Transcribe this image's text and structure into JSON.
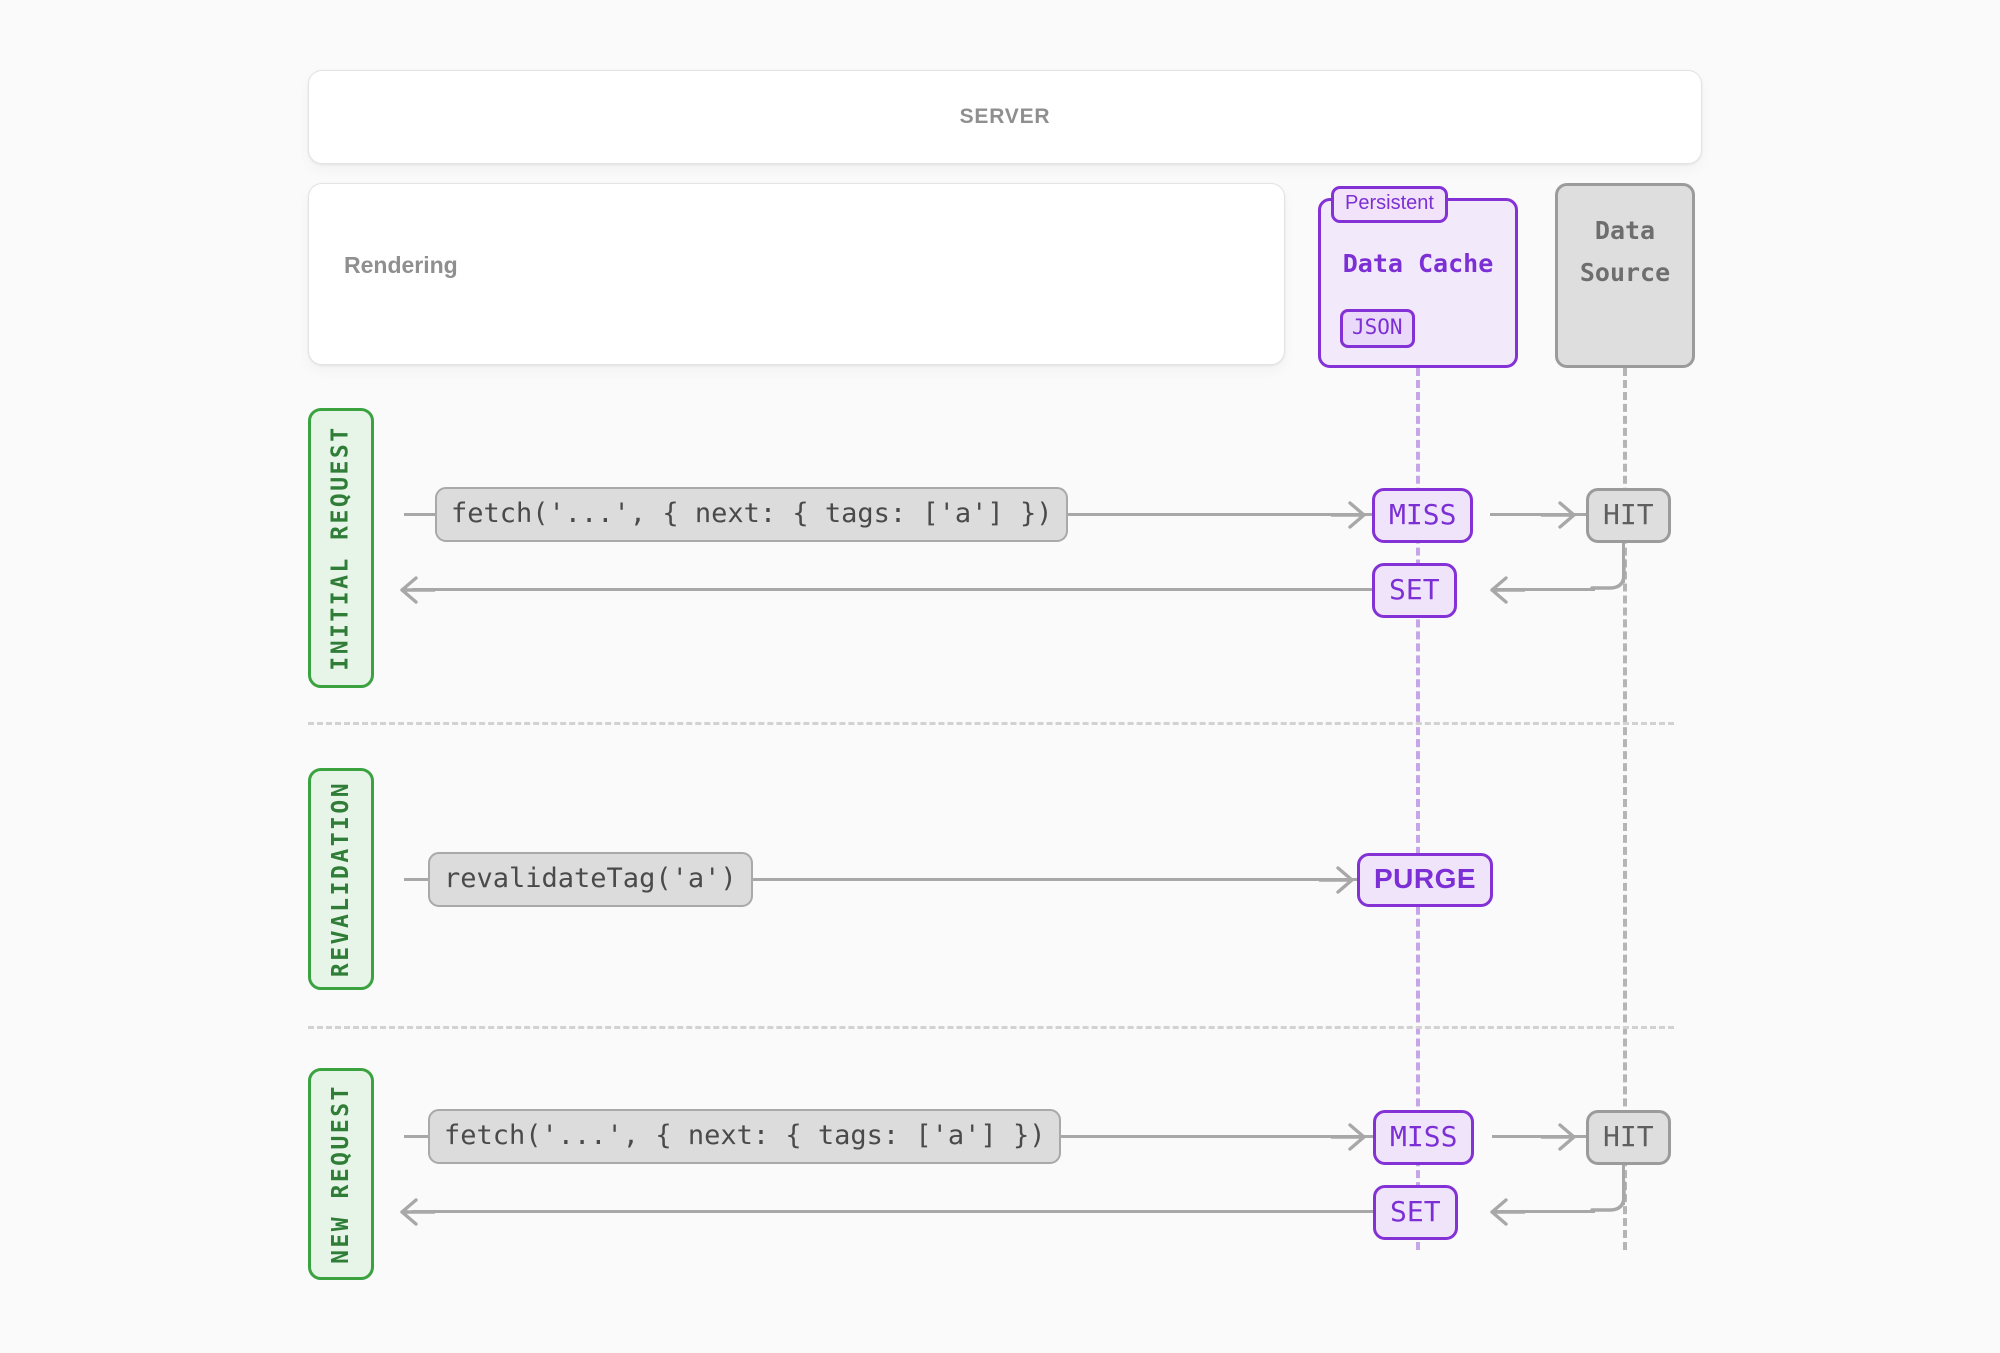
{
  "title": "Next.js Data Cache revalidateTag flow diagram",
  "header": {
    "server_label": "SERVER"
  },
  "rendering": {
    "label": "Rendering"
  },
  "nodes": {
    "data_cache": {
      "title": "Data Cache",
      "badge_persistent": "Persistent",
      "badge_format": "JSON",
      "color": "#8431d6",
      "fill": "#f2e9fb"
    },
    "data_source": {
      "line1": "Data",
      "line2": "Source",
      "color": "#9b9b9b",
      "fill": "#dedede"
    }
  },
  "sections": [
    {
      "phase_label": "INITIAL REQUEST",
      "phase_color": "#3aa340",
      "request_code": "fetch('...', { next: { tags: ['a'] })",
      "cache_status": "MISS",
      "source_status": "HIT",
      "return_status": "SET"
    },
    {
      "phase_label": "REVALIDATION",
      "phase_color": "#3aa340",
      "request_code": "revalidateTag('a')",
      "cache_status": "PURGE"
    },
    {
      "phase_label": "NEW REQUEST",
      "phase_color": "#3aa340",
      "request_code": "fetch('...', { next: { tags: ['a'] })",
      "cache_status": "MISS",
      "source_status": "HIT",
      "return_status": "SET"
    }
  ],
  "colors": {
    "background": "#fafafa",
    "purple_accent": "#8431d6",
    "purple_text": "#7b2fd4",
    "green_accent": "#3aa340",
    "green_text": "#2f7d36",
    "gray_stroke": "#a8a8a8",
    "muted_text": "#8f8f8f"
  }
}
